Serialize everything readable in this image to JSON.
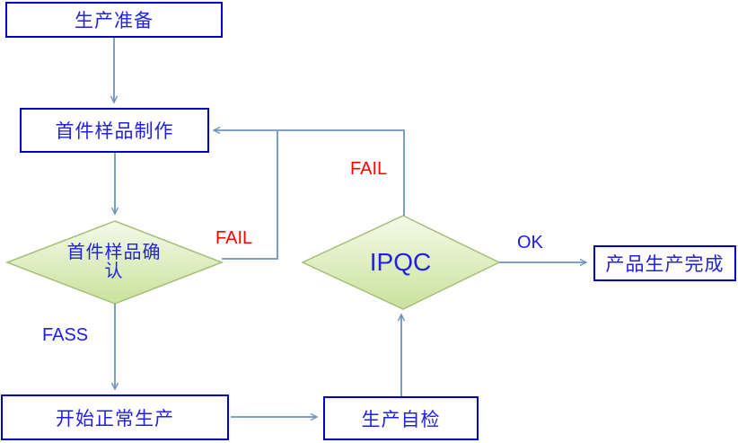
{
  "diagram": {
    "type": "flowchart",
    "nodes": {
      "prep": {
        "label": "生产准备",
        "shape": "process"
      },
      "first_sample": {
        "label": "首件样品制作",
        "shape": "process"
      },
      "first_confirm": {
        "label": "首件样品确认",
        "shape": "decision"
      },
      "start_prod": {
        "label": "开始正常生产",
        "shape": "process"
      },
      "self_check": {
        "label": "生产自检",
        "shape": "process"
      },
      "ipqc": {
        "label": "IPQC",
        "shape": "decision"
      },
      "complete": {
        "label": "产品生产完成",
        "shape": "process"
      }
    },
    "edge_labels": {
      "first_confirm_fail": "FAIL",
      "ipqc_fail": "FAIL",
      "first_confirm_pass": "FASS",
      "ipqc_ok": "OK"
    },
    "edges": [
      {
        "from": "prep",
        "to": "first_sample",
        "label": ""
      },
      {
        "from": "first_sample",
        "to": "first_confirm",
        "label": ""
      },
      {
        "from": "first_confirm",
        "to": "start_prod",
        "label": "FASS"
      },
      {
        "from": "first_confirm",
        "to": "first_sample",
        "label": "FAIL"
      },
      {
        "from": "start_prod",
        "to": "self_check",
        "label": ""
      },
      {
        "from": "self_check",
        "to": "ipqc",
        "label": ""
      },
      {
        "from": "ipqc",
        "to": "first_sample",
        "label": "FAIL"
      },
      {
        "from": "ipqc",
        "to": "complete",
        "label": "OK"
      }
    ]
  },
  "theme": {
    "bg": "#ffffff",
    "box-border": "#0000cc",
    "box-text": "#2222dd",
    "connector": "#6e93be",
    "diamond-border": "#a3bf78",
    "diamond-top": "#f4faea",
    "diamond-bottom": "#c9e29b",
    "fail-color": "#ff0000",
    "label-blue": "#1a1aff"
  }
}
